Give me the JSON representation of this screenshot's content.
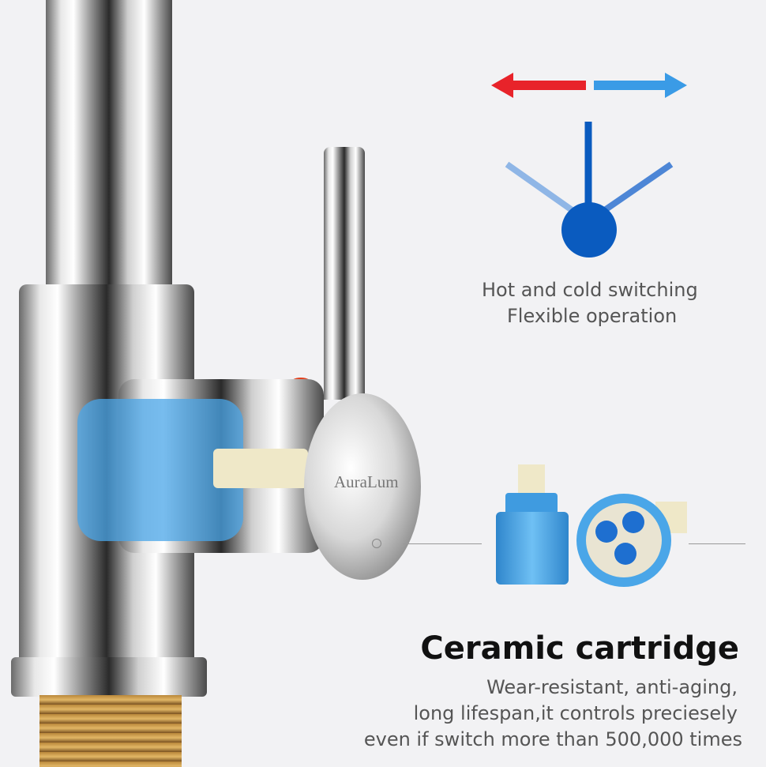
{
  "colors": {
    "background": "#f2f2f4",
    "hot": "#e8232a",
    "cold": "#3a9be6",
    "handle_blue": "#0a5bbf",
    "cartridge": "#4aa6e8"
  },
  "brand": {
    "logo_text": "AuraLum"
  },
  "switching": {
    "line1": "Hot and cold switching",
    "line2": "Flexible operation"
  },
  "cartridge": {
    "title": "Ceramic cartridge",
    "lines": [
      "Wear-resistant, anti-aging,",
      "long lifespan,it controls preciesely",
      "even if switch more than 500,000 times"
    ]
  }
}
